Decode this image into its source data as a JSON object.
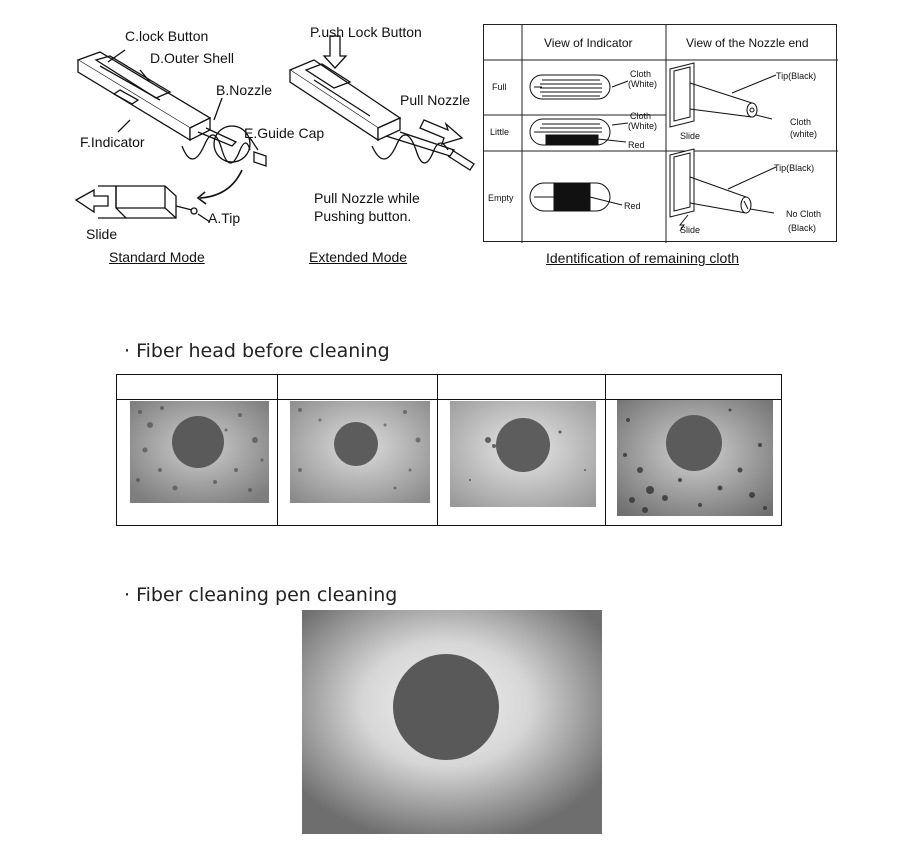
{
  "diagram": {
    "standard": {
      "caption": "Standard Mode",
      "labels": {
        "lock_button": "C.lock Button",
        "outer_shell": "D.Outer Shell",
        "nozzle": "B.Nozzle",
        "indicator": "F.Indicator",
        "guide_cap": "E.Guide Cap",
        "tip": "A.Tip",
        "slide": "Slide"
      }
    },
    "extended": {
      "caption": "Extended Mode",
      "labels": {
        "push_lock": "P.ush Lock Button",
        "pull_nozzle": "Pull Nozzle",
        "instruction_1": "Pull Nozzle while",
        "instruction_2": "Pushing button."
      }
    },
    "table": {
      "caption": "Identification of remaining cloth",
      "col_indicator": "View of Indicator",
      "col_nozzle": "View of the Nozzle end",
      "rows": [
        {
          "label": "Full",
          "cloth": "Cloth",
          "cloth_color": "(White)"
        },
        {
          "label": "Little",
          "cloth": "Cloth",
          "cloth_color": "(White)",
          "red": "Red"
        },
        {
          "label": "Empty",
          "red": "Red"
        }
      ],
      "nozzle_full": {
        "tip": "Tip(Black)",
        "cloth": "Cloth",
        "cloth_color": "(white)",
        "slide": "Slide"
      },
      "nozzle_empty": {
        "tip": "Tip(Black)",
        "cloth": "No Cloth",
        "cloth_color": "(Black)",
        "slide": "Slide"
      }
    }
  },
  "before_cleaning": {
    "heading": "· Fiber head before cleaning"
  },
  "after_cleaning": {
    "heading": "· Fiber cleaning pen cleaning"
  },
  "colors": {
    "line": "#111111",
    "fiber_core": "#595959",
    "background_gray": "#b8b8b8"
  }
}
